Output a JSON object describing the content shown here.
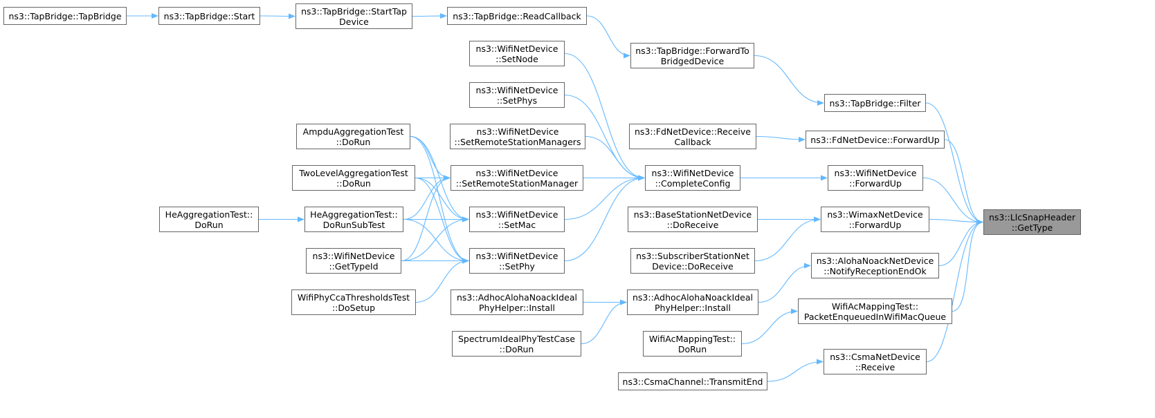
{
  "diagram": {
    "type": "caller-graph",
    "colors": {
      "edge": "#63b8ff",
      "node_border": "#666666",
      "root_fill": "#999999",
      "node_fill": "#ffffff"
    },
    "nodes": [
      {
        "id": "tapbridge-ctor",
        "lines": [
          "ns3::TapBridge::TapBridge"
        ]
      },
      {
        "id": "tapbridge-start",
        "lines": [
          "ns3::TapBridge::Start"
        ]
      },
      {
        "id": "tapbridge-starttap",
        "lines": [
          "ns3::TapBridge::StartTap",
          "Device"
        ]
      },
      {
        "id": "tapbridge-readcallback",
        "lines": [
          "ns3::TapBridge::ReadCallback"
        ]
      },
      {
        "id": "tapbridge-forward",
        "lines": [
          "ns3::TapBridge::ForwardTo",
          "BridgedDevice"
        ]
      },
      {
        "id": "tapbridge-filter",
        "lines": [
          "ns3::TapBridge::Filter"
        ]
      },
      {
        "id": "wifi-setnode",
        "lines": [
          "ns3::WifiNetDevice",
          "::SetNode"
        ]
      },
      {
        "id": "wifi-setphys",
        "lines": [
          "ns3::WifiNetDevice",
          "::SetPhys"
        ]
      },
      {
        "id": "ampdu-dorun",
        "lines": [
          "AmpduAggregationTest",
          "::DoRun"
        ]
      },
      {
        "id": "wifi-setrsms",
        "lines": [
          "ns3::WifiNetDevice",
          "::SetRemoteStationManagers"
        ]
      },
      {
        "id": "twolevel-dorun",
        "lines": [
          "TwoLevelAggregationTest",
          "::DoRun"
        ]
      },
      {
        "id": "wifi-setrsm",
        "lines": [
          "ns3::WifiNetDevice",
          "::SetRemoteStationManager"
        ]
      },
      {
        "id": "heagg-dorun",
        "lines": [
          "HeAggregationTest::",
          "DoRun"
        ]
      },
      {
        "id": "heagg-dorunsub",
        "lines": [
          "HeAggregationTest::",
          "DoRunSubTest"
        ]
      },
      {
        "id": "wifi-setmac",
        "lines": [
          "ns3::WifiNetDevice",
          "::SetMac"
        ]
      },
      {
        "id": "wifi-gettypeid",
        "lines": [
          "ns3::WifiNetDevice",
          "::GetTypeId"
        ]
      },
      {
        "id": "wifi-setphy",
        "lines": [
          "ns3::WifiNetDevice",
          "::SetPhy"
        ]
      },
      {
        "id": "wifiphycca-dosetup",
        "lines": [
          "WifiPhyCcaThresholdsTest",
          "::DoSetup"
        ]
      },
      {
        "id": "fd-receivecallback",
        "lines": [
          "ns3::FdNetDevice::Receive",
          "Callback"
        ]
      },
      {
        "id": "fd-forwardup",
        "lines": [
          "ns3::FdNetDevice::ForwardUp"
        ]
      },
      {
        "id": "wifi-completeconfig",
        "lines": [
          "ns3::WifiNetDevice",
          "::CompleteConfig"
        ]
      },
      {
        "id": "wifi-forwardup",
        "lines": [
          "ns3::WifiNetDevice",
          "::ForwardUp"
        ]
      },
      {
        "id": "bs-doreceive",
        "lines": [
          "ns3::BaseStationNetDevice",
          "::DoReceive"
        ]
      },
      {
        "id": "wimax-forwardup",
        "lines": [
          "ns3::WimaxNetDevice",
          "::ForwardUp"
        ]
      },
      {
        "id": "ss-doreceive",
        "lines": [
          "ns3::SubscriberStationNet",
          "Device::DoReceive"
        ]
      },
      {
        "id": "aloha-notify",
        "lines": [
          "ns3::AlohaNoackNetDevice",
          "::NotifyReceptionEndOk"
        ]
      },
      {
        "id": "adhoc-install-left",
        "lines": [
          "ns3::AdhocAlohaNoackIdeal",
          "PhyHelper::Install"
        ]
      },
      {
        "id": "adhoc-install-right",
        "lines": [
          "ns3::AdhocAlohaNoackIdeal",
          "PhyHelper::Install"
        ]
      },
      {
        "id": "spectrum-dorun",
        "lines": [
          "SpectrumIdealPhyTestCase",
          "::DoRun"
        ]
      },
      {
        "id": "wifiac-dorun",
        "lines": [
          "WifiAcMappingTest::",
          "DoRun"
        ]
      },
      {
        "id": "wifiac-packet",
        "lines": [
          "WifiAcMappingTest::",
          "PacketEnqueuedInWifiMacQueue"
        ]
      },
      {
        "id": "csma-transmitend",
        "lines": [
          "ns3::CsmaChannel::TransmitEnd"
        ]
      },
      {
        "id": "csma-receive",
        "lines": [
          "ns3::CsmaNetDevice",
          "::Receive"
        ]
      },
      {
        "id": "llcsnap-gettype",
        "lines": [
          "ns3::LlcSnapHeader",
          "::GetType"
        ],
        "root": true
      }
    ],
    "edges": [
      [
        "tapbridge-ctor",
        "tapbridge-start"
      ],
      [
        "tapbridge-start",
        "tapbridge-starttap"
      ],
      [
        "tapbridge-starttap",
        "tapbridge-readcallback"
      ],
      [
        "tapbridge-readcallback",
        "tapbridge-forward"
      ],
      [
        "tapbridge-forward",
        "tapbridge-filter"
      ],
      [
        "tapbridge-filter",
        "llcsnap-gettype"
      ],
      [
        "wifi-setnode",
        "wifi-completeconfig"
      ],
      [
        "wifi-setphys",
        "wifi-completeconfig"
      ],
      [
        "ampdu-dorun",
        "wifi-setrsm"
      ],
      [
        "ampdu-dorun",
        "wifi-setmac"
      ],
      [
        "ampdu-dorun",
        "wifi-setphy"
      ],
      [
        "wifi-setrsms",
        "wifi-completeconfig"
      ],
      [
        "twolevel-dorun",
        "wifi-setrsm"
      ],
      [
        "twolevel-dorun",
        "wifi-setmac"
      ],
      [
        "twolevel-dorun",
        "wifi-setphy"
      ],
      [
        "wifi-setrsm",
        "wifi-completeconfig"
      ],
      [
        "heagg-dorun",
        "heagg-dorunsub"
      ],
      [
        "heagg-dorunsub",
        "wifi-setrsm"
      ],
      [
        "heagg-dorunsub",
        "wifi-setmac"
      ],
      [
        "heagg-dorunsub",
        "wifi-setphy"
      ],
      [
        "wifi-gettypeid",
        "wifi-setrsm"
      ],
      [
        "wifi-gettypeid",
        "wifi-setmac"
      ],
      [
        "wifi-gettypeid",
        "wifi-setphy"
      ],
      [
        "wifiphycca-dosetup",
        "wifi-setphy"
      ],
      [
        "wifi-setmac",
        "wifi-completeconfig"
      ],
      [
        "wifi-setphy",
        "wifi-completeconfig"
      ],
      [
        "wifi-completeconfig",
        "wifi-forwardup"
      ],
      [
        "fd-receivecallback",
        "fd-forwardup"
      ],
      [
        "fd-forwardup",
        "llcsnap-gettype"
      ],
      [
        "wifi-forwardup",
        "llcsnap-gettype"
      ],
      [
        "bs-doreceive",
        "wimax-forwardup"
      ],
      [
        "ss-doreceive",
        "wimax-forwardup"
      ],
      [
        "wimax-forwardup",
        "llcsnap-gettype"
      ],
      [
        "adhoc-install-left",
        "adhoc-install-right"
      ],
      [
        "spectrum-dorun",
        "adhoc-install-right"
      ],
      [
        "adhoc-install-right",
        "aloha-notify"
      ],
      [
        "aloha-notify",
        "llcsnap-gettype"
      ],
      [
        "wifiac-dorun",
        "wifiac-packet"
      ],
      [
        "wifiac-packet",
        "llcsnap-gettype"
      ],
      [
        "csma-transmitend",
        "csma-receive"
      ],
      [
        "csma-receive",
        "llcsnap-gettype"
      ]
    ]
  }
}
